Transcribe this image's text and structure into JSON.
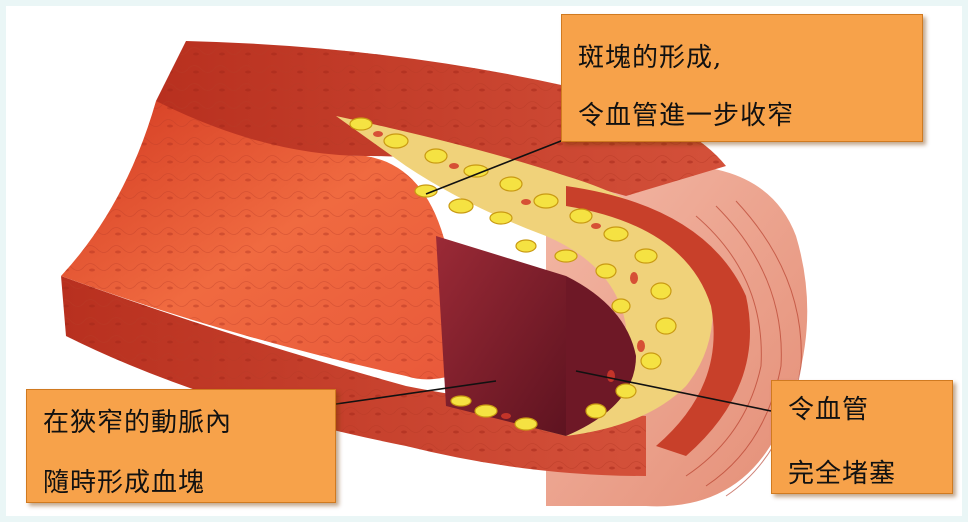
{
  "callouts": {
    "plaque": {
      "line1": "斑塊的形成,",
      "line2": "令血管進一步收窄"
    },
    "clot": {
      "line1": "在狹窄的動脈內",
      "line2": "隨時形成血塊"
    },
    "blockage": {
      "line1": "令血管",
      "line2": "完全堵塞"
    }
  },
  "colors": {
    "callout_fill": "#f7a24a",
    "vessel_wall": "#c8402a",
    "lumen": "#e8583a",
    "plaque": "#f2e04a",
    "clot": "#7a1f2a",
    "background": "#eaf6f6"
  }
}
